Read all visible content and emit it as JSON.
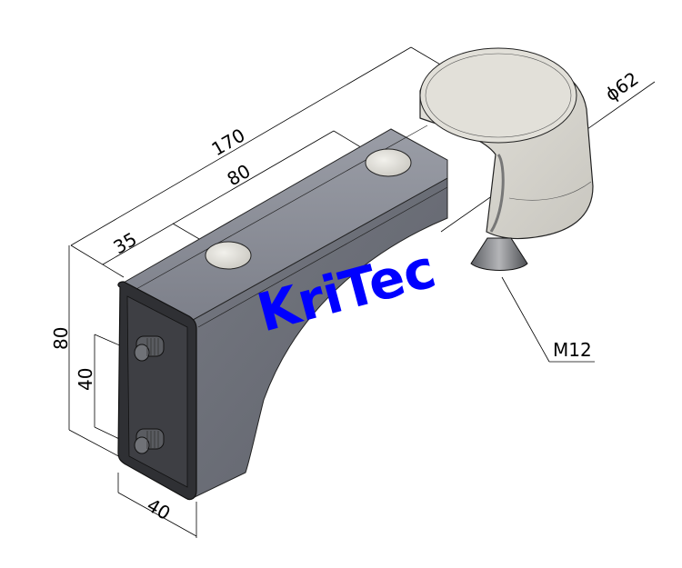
{
  "drawing": {
    "brand_label": "KriTec",
    "brand_color": "#0000ff",
    "body_color": "#6c6f78",
    "body_light_color": "#8a8e97",
    "end_plate_color": "#3e3f44",
    "cap_color": "#dcdad2",
    "dimensions": {
      "overall_length": "170",
      "hole_spacing": "80",
      "first_hole_offset": "35",
      "height": "80",
      "stud_spacing": "40",
      "width": "40",
      "cap_diameter": "ϕ62",
      "thread": "M12"
    }
  }
}
